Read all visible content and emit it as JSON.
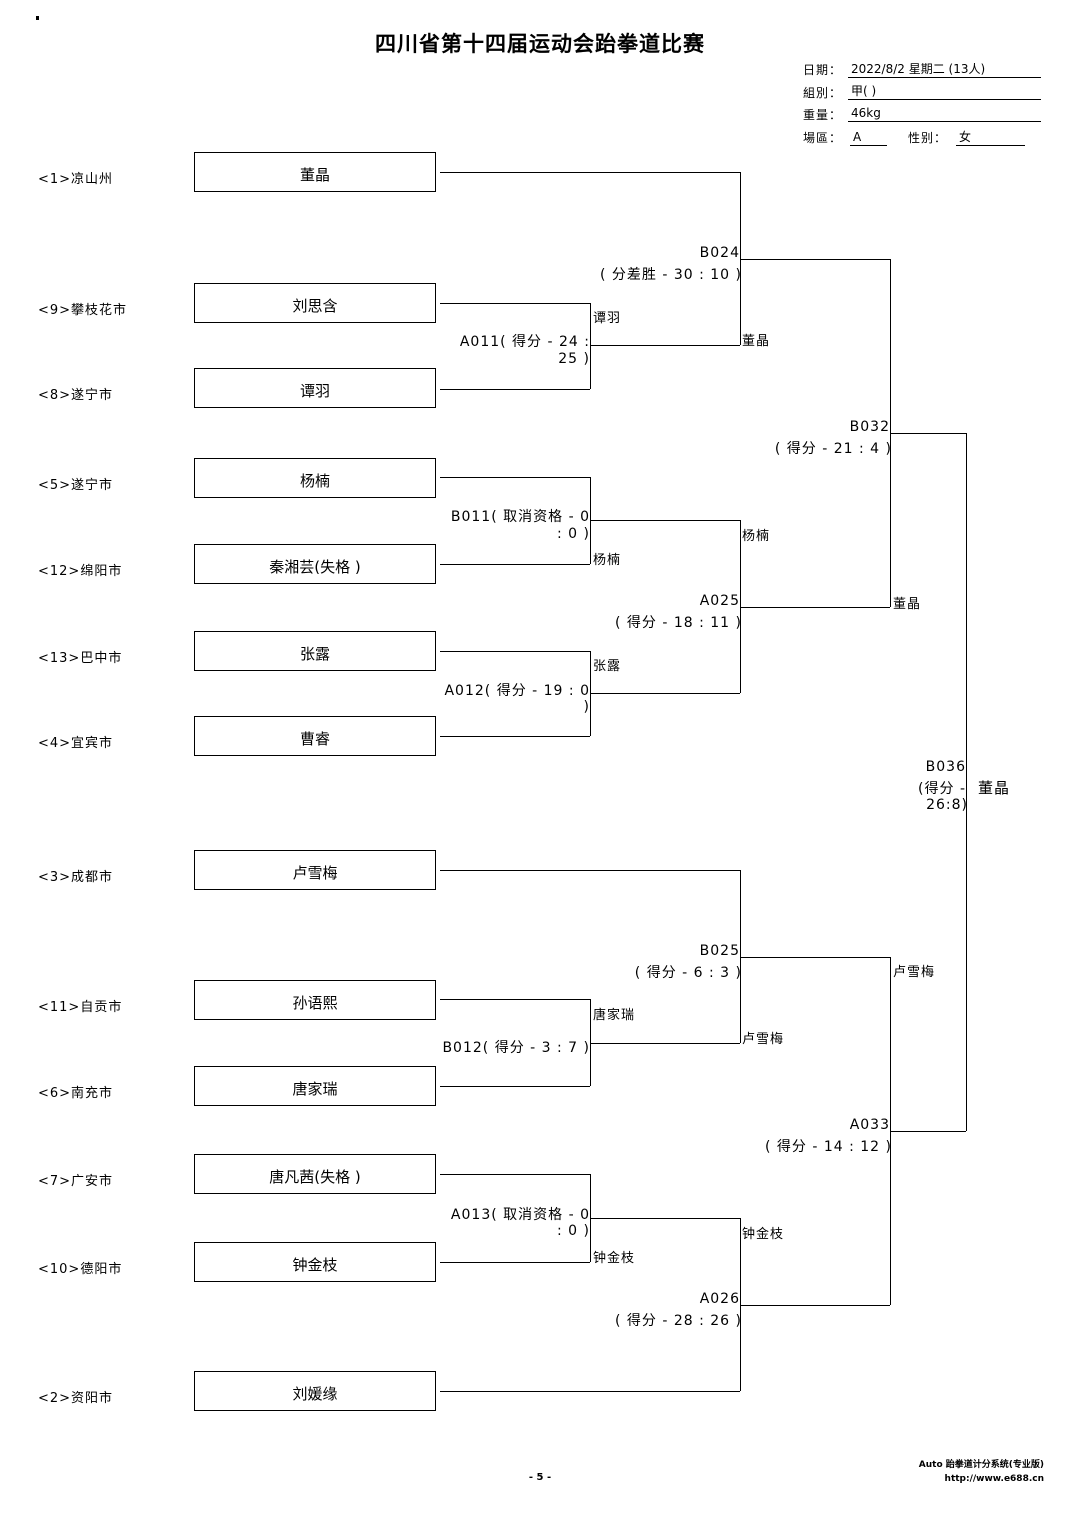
{
  "title": "四川省第十四届运动会跆拳道比赛",
  "meta": {
    "date_label": "日期：",
    "date_value": "2022/8/2  星期二  (13人)",
    "group_label": "組別：",
    "group_value": "甲( )",
    "weight_label": "重量：",
    "weight_value": "46kg",
    "area_label": "場區：",
    "area_value": "A",
    "gender_label": "性别：",
    "gender_value": "女"
  },
  "entrants": [
    {
      "seed": "<1>凉山州",
      "name": "董晶"
    },
    {
      "seed": "<9>攀枝花市",
      "name": "刘思含"
    },
    {
      "seed": "<8>遂宁市",
      "name": "谭羽"
    },
    {
      "seed": "<5>遂宁市",
      "name": "杨楠"
    },
    {
      "seed": "<12>绵阳市",
      "name": "秦湘芸(失格 )"
    },
    {
      "seed": "<13>巴中市",
      "name": "张露"
    },
    {
      "seed": "<4>宜宾市",
      "name": "曹睿"
    },
    {
      "seed": "<3>成都市",
      "name": "卢雪梅"
    },
    {
      "seed": "<11>自贡市",
      "name": "孙语熙"
    },
    {
      "seed": "<6>南充市",
      "name": "唐家瑞"
    },
    {
      "seed": "<7>广安市",
      "name": "唐凡茜(失格 )"
    },
    {
      "seed": "<10>德阳市",
      "name": "钟金枝"
    },
    {
      "seed": "<2>资阳市",
      "name": "刘媛缘"
    }
  ],
  "round1": [
    {
      "line1": "A011( 得分 - 24 :",
      "line2": "25 )",
      "winner": "谭羽"
    },
    {
      "line1": "B011( 取消资格 - 0",
      "line2": ": 0 )",
      "winner": "杨楠"
    },
    {
      "line1": "A012( 得分 - 19 : 0",
      "line2": ")",
      "winner": "张露"
    },
    {
      "line1": "B012( 得分 - 3 : 7 )",
      "line2": "",
      "winner": "唐家瑞"
    },
    {
      "line1": "A013( 取消资格 - 0",
      "line2": ": 0 )",
      "winner": "钟金枝"
    }
  ],
  "round2": [
    {
      "line1": "B024",
      "line2": "( 分差胜 - 30 : 10 )",
      "winner": "董晶"
    },
    {
      "line1": "A025",
      "line2": "( 得分 - 18 : 11 )",
      "winner": "杨楠"
    },
    {
      "line1": "B025",
      "line2": "( 得分 - 6 : 3 )",
      "winner": "卢雪梅"
    },
    {
      "line1": "A026",
      "line2": "( 得分 - 28 : 26 )",
      "winner": "钟金枝"
    }
  ],
  "round3": [
    {
      "line1": "B032",
      "line2": "( 得分 - 21 : 4 )",
      "winner": "董晶"
    },
    {
      "line1": "A033",
      "line2": "( 得分 - 14 : 12 )",
      "winner": "卢雪梅"
    }
  ],
  "final": {
    "line1": "B036",
    "line2": "(得分 -",
    "line3": "26:8)",
    "winner": "董晶"
  },
  "footer": {
    "system": "Auto 跆拳道计分系统(专业版)",
    "url": "http://www.e688.cn",
    "page": "- 5 -"
  }
}
